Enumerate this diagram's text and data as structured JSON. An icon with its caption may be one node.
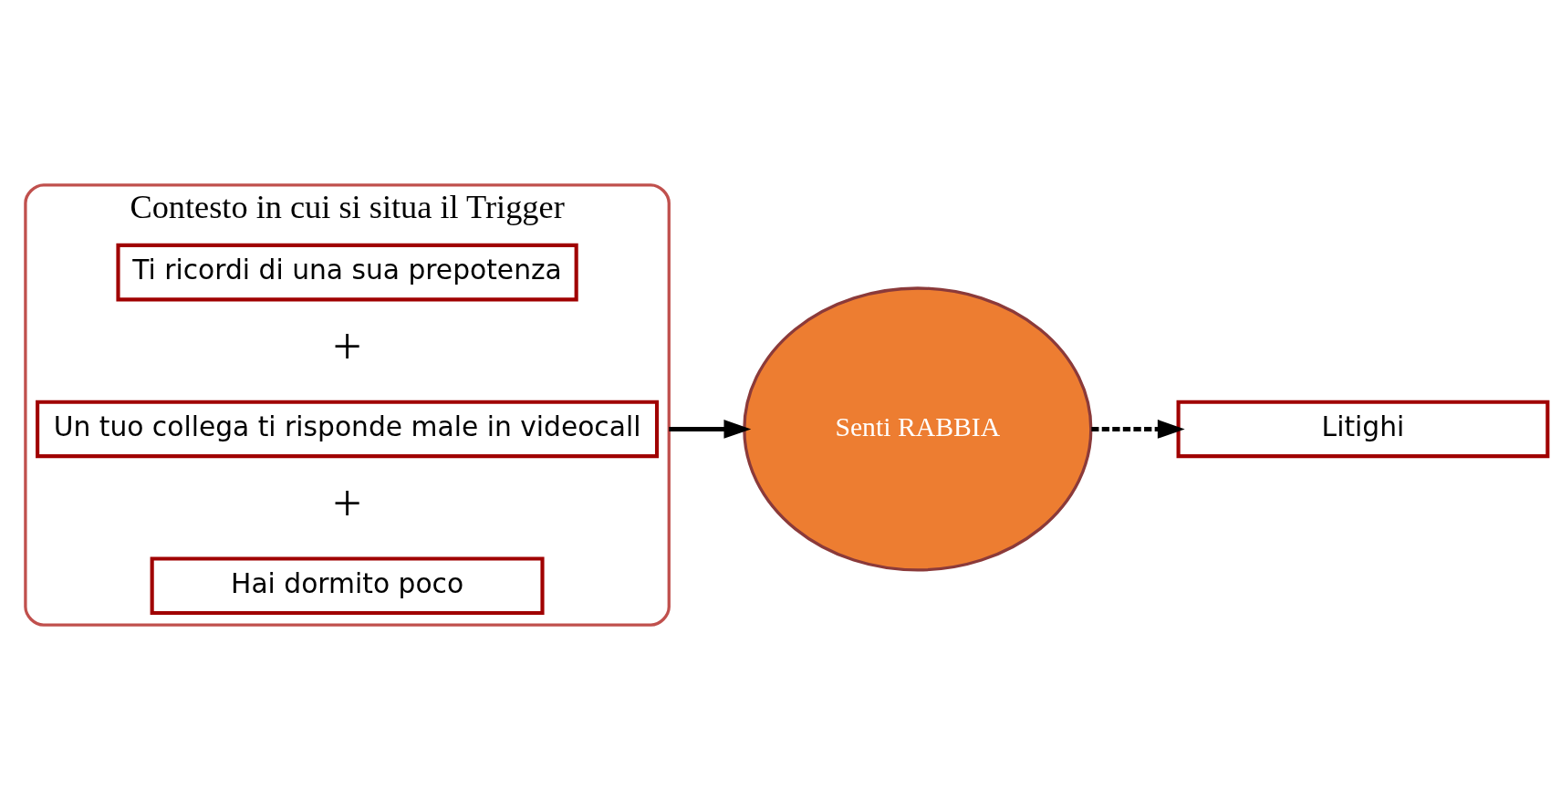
{
  "diagram": {
    "nodes": [
      {
        "text": [
          "Contesto in cui si situa il Trigger"
        ]
      },
      {
        "text": [
          "Hai dormito poco"
        ],
        "in": 0
      },
      {
        "text": [
          "Un tuo collega ti risponde male in videocall"
        ],
        "in": 0
      },
      {
        "text": [
          "Ti ricordi di una sua prepotenza"
        ],
        "in": 0
      },
      {
        "text": [
          "Senti RABBIA"
        ]
      },
      {
        "text": [
          "Litighi"
        ]
      }
    ],
    "edges": [
      {
        "from": 0,
        "to": 4,
        "arrow": "to"
      },
      {
        "from": 4,
        "to": 5,
        "arrow": "to",
        "style": "dashed"
      }
    ],
    "labels": [
      "+",
      "+"
    ]
  }
}
